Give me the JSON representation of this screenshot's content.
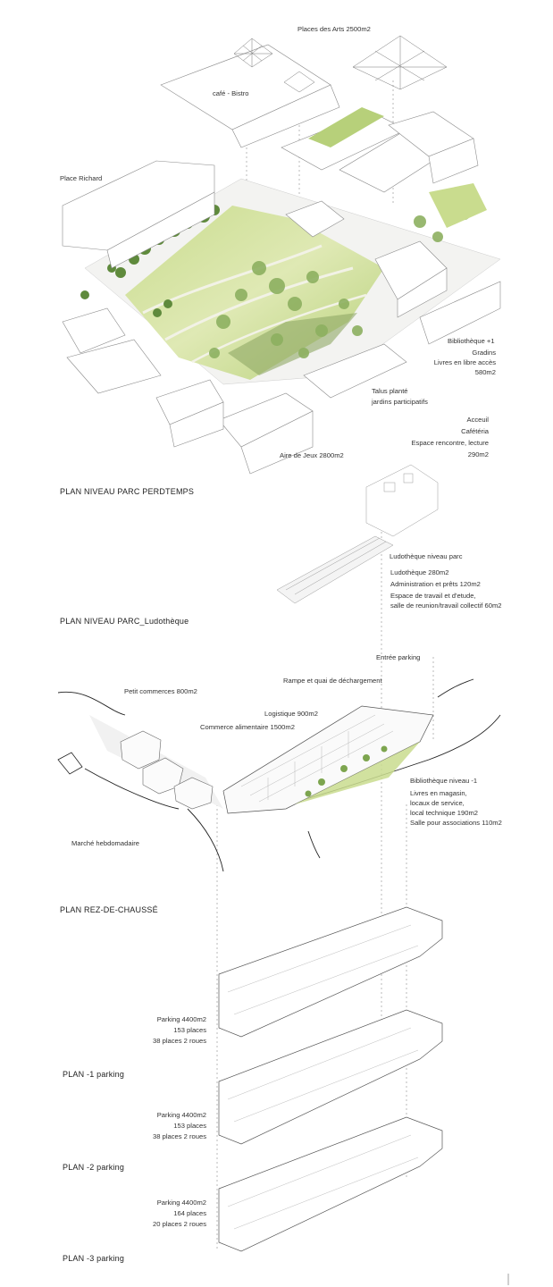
{
  "section_titles": {
    "park": "PLAN NIVEAU PARC PERDTEMPS",
    "ludo": "PLAN NIVEAU PARC_Ludothèque",
    "rdc": "PLAN REZ-DE-CHAUSSÉ",
    "p1": "PLAN -1 parking",
    "p2": "PLAN -2 parking",
    "p3": "PLAN -3 parking"
  },
  "park_labels": {
    "places_arts": "Places des Arts 2500m2",
    "cafe": "café - Bistro",
    "place_richard": "Place Richard",
    "biblio_title": "Bibliothèque +1",
    "biblio_lines": [
      "Gradins",
      "Livres en libre accès",
      "580m2"
    ],
    "talus_title": "Talus planté",
    "talus_sub": "jardins participatifs",
    "accueil_lines": [
      "Acceuil",
      "Cafétéria",
      "Espace rencontre, lecture",
      "290m2"
    ],
    "aire_jeux": "Aire de Jeux 2800m2"
  },
  "ludo_labels": {
    "title": "Ludothèque niveau parc",
    "lines": [
      "Ludothèque 280m2",
      "Administration et prêts 120m2",
      "Espace de travail et d'etude,",
      "salle de reunion/travail collectif 60m2"
    ]
  },
  "rdc_labels": {
    "entree": "Entrée  parking",
    "rampe": "Rampe et quai de déchargement",
    "petits": "Petit commerces 800m2",
    "logistique": "Logistique 900m2",
    "alimentaire": "Commerce alimentaire 1500m2",
    "biblio_title": "Bibliothèque niveau -1",
    "biblio_lines": [
      "Livres en magasin,",
      "locaux de service,",
      "local technique 190m2",
      "Salle pour associations 110m2"
    ],
    "marche": "Marché hebdomadaire"
  },
  "parking_labels": [
    {
      "lines": [
        "Parking 4400m2",
        "153 places",
        "38 places 2 roues"
      ]
    },
    {
      "lines": [
        "Parking 4400m2",
        "153 places",
        "38 places 2 roues"
      ]
    },
    {
      "lines": [
        "Parking 4400m2",
        "164 places",
        "20 places 2 roues"
      ]
    }
  ]
}
